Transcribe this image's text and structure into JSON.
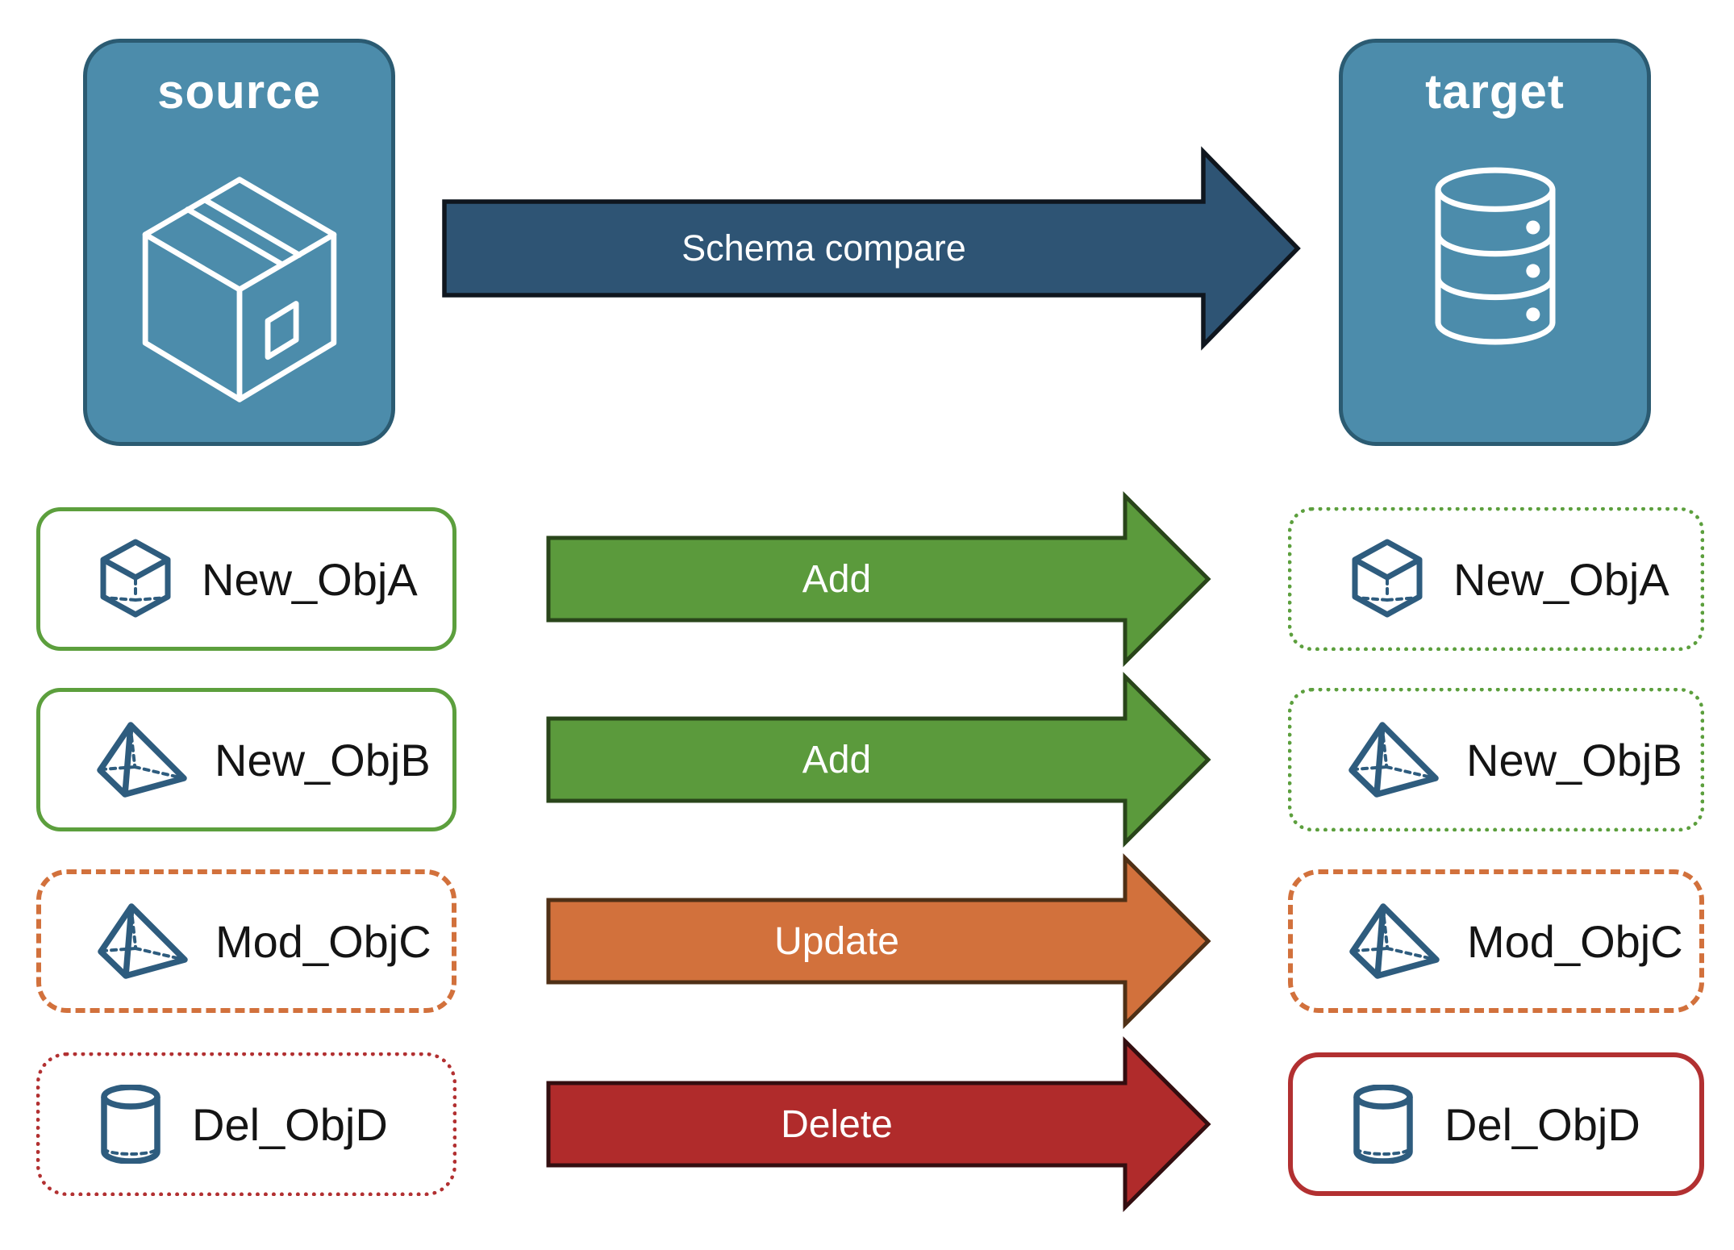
{
  "nodes": {
    "source": {
      "label": "source",
      "icon": "package-box-icon"
    },
    "target": {
      "label": "target",
      "icon": "database-icon"
    }
  },
  "schema_arrow": {
    "label": "Schema compare",
    "fill": "#2E5474",
    "border": "#0F161E"
  },
  "rows": [
    {
      "left": {
        "label": "New_ObjA",
        "icon": "cube-icon",
        "border": "green-solid"
      },
      "arrow": {
        "label": "Add",
        "fill": "#5B9A3C",
        "border": "#29451A"
      },
      "right": {
        "label": "New_ObjA",
        "icon": "cube-icon",
        "border": "green-dotted"
      }
    },
    {
      "left": {
        "label": "New_ObjB",
        "icon": "pyramid-icon",
        "border": "green-solid"
      },
      "arrow": {
        "label": "Add",
        "fill": "#5B9A3C",
        "border": "#29451A"
      },
      "right": {
        "label": "New_ObjB",
        "icon": "pyramid-icon",
        "border": "green-dotted"
      }
    },
    {
      "left": {
        "label": "Mod_ObjC",
        "icon": "pyramid-icon",
        "border": "orange-dashed"
      },
      "arrow": {
        "label": "Update",
        "fill": "#D2713C",
        "border": "#4F3016"
      },
      "right": {
        "label": "Mod_ObjC",
        "icon": "pyramid-icon",
        "border": "orange-dashed"
      }
    },
    {
      "left": {
        "label": "Del_ObjD",
        "icon": "cylinder-icon",
        "border": "red-dotted"
      },
      "arrow": {
        "label": "Delete",
        "fill": "#B02B2B",
        "border": "#330E10"
      },
      "right": {
        "label": "Del_ObjD",
        "icon": "cylinder-icon",
        "border": "red-solid"
      }
    }
  ],
  "colors": {
    "node_fill": "#4C8CAB",
    "node_border": "#2B5B72",
    "object_icon": "#2E5C7E",
    "green": "#5C9F3D",
    "orange": "#D2713C",
    "red": "#B23031",
    "label_text": "#141414",
    "arrow_label_text": "#FFFFFF",
    "background": "#FFFFFF"
  }
}
